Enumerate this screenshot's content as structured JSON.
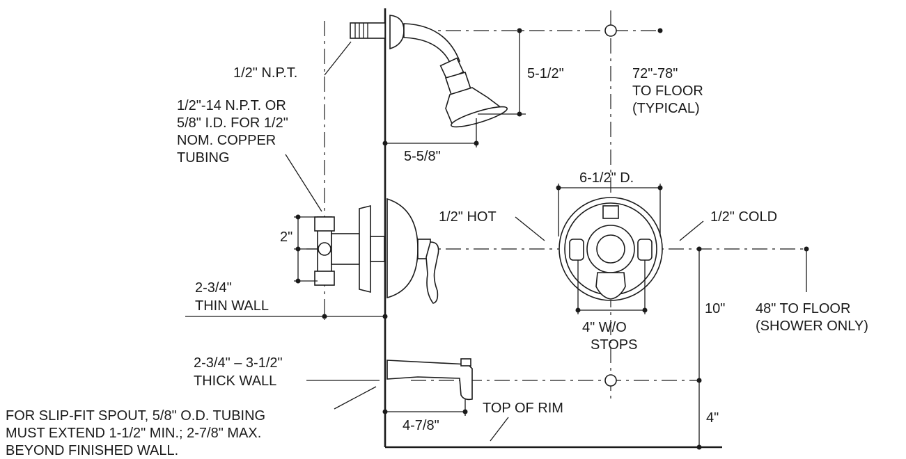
{
  "labels": {
    "npt": "1/2\" N.P.T.",
    "npt14_l1": "1/2\"-14 N.P.T. OR",
    "npt14_l2": "5/8\" I.D. FOR 1/2\"",
    "npt14_l3": "NOM. COPPER",
    "npt14_l4": "TUBING",
    "arm_drop": "5-1/2\"",
    "arm_reach": "5-5/8\"",
    "head_height_l1": "72\"-78\"",
    "head_height_l2": "TO FLOOR",
    "head_height_l3": "(TYPICAL)",
    "trim_dia": "6-1/2\" D.",
    "hot": "1/2\" HOT",
    "cold": "1/2\" COLD",
    "valve_spacing": "2\"",
    "thin_l1": "2-3/4\"",
    "thin_l2": "THIN WALL",
    "stops_l1": "4\" W/O",
    "stops_l2": "STOPS",
    "valve_to_spout": "10\"",
    "valve_height_l1": "48\" TO FLOOR",
    "valve_height_l2": "(SHOWER ONLY)",
    "thick_l1": "2-3/4\" – 3-1/2\"",
    "thick_l2": "THICK WALL",
    "slip_l1": "FOR SLIP-FIT SPOUT, 5/8\" O.D. TUBING",
    "slip_l2": "MUST EXTEND 1-1/2\" MIN.; 2-7/8\" MAX.",
    "slip_l3": "BEYOND FINISHED WALL.",
    "rim": "TOP OF RIM",
    "spout_reach": "4-7/8\"",
    "spout_to_rim": "4\""
  }
}
